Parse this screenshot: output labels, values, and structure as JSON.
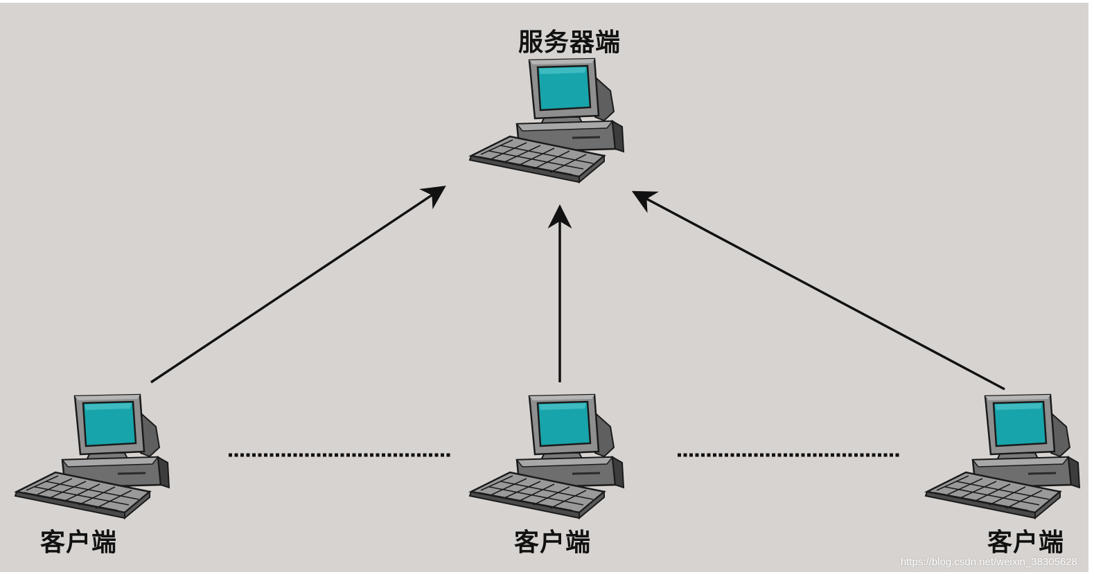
{
  "diagram": {
    "server": {
      "label": "服务器端",
      "icon": "desktop-computer-icon"
    },
    "clients": [
      {
        "label": "客户端",
        "icon": "desktop-computer-icon"
      },
      {
        "label": "客户端",
        "icon": "desktop-computer-icon"
      },
      {
        "label": "客户端",
        "icon": "desktop-computer-icon"
      }
    ],
    "edges": [
      {
        "from": "client-1",
        "to": "server",
        "style": "solid-arrow"
      },
      {
        "from": "client-2",
        "to": "server",
        "style": "solid-arrow"
      },
      {
        "from": "client-3",
        "to": "server",
        "style": "solid-arrow"
      },
      {
        "from": "client-1",
        "to": "client-2",
        "style": "dotted"
      },
      {
        "from": "client-2",
        "to": "client-3",
        "style": "dotted"
      }
    ]
  },
  "colors": {
    "background": "#d7d3d0",
    "screen": "#17a4ab",
    "arrow": "#111111"
  },
  "watermark": "https://blog.csdn.net/weixin_38305628"
}
